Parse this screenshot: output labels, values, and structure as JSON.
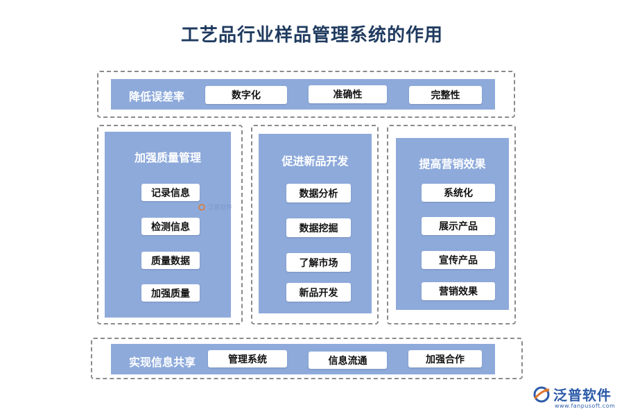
{
  "title": "工艺品行业样品管理系统的作用",
  "top_band": {
    "label": "降低误差率",
    "items": [
      "数字化",
      "准确性",
      "完整性"
    ]
  },
  "columns": [
    {
      "label": "加强质量管理",
      "items": [
        "记录信息",
        "检测信息",
        "质量数据",
        "加强质量"
      ]
    },
    {
      "label": "促进新品开发",
      "items": [
        "数据分析",
        "数据挖掘",
        "了解市场",
        "新品开发"
      ]
    },
    {
      "label": "提高营销效果",
      "items": [
        "系统化",
        "展示产品",
        "宣传产品",
        "营销效果"
      ]
    }
  ],
  "bottom_band": {
    "label": "实现信息共享",
    "items": [
      "管理系统",
      "信息流通",
      "加强合作"
    ]
  },
  "watermark": {
    "text": "泛普软件"
  },
  "logo": {
    "name": "泛普软件",
    "url": "www.fanpusoft.com"
  },
  "colors": {
    "band": "#8eaadb",
    "title": "#1f3a5f",
    "logo": "#2b5aa8",
    "logo_accent": "#e0772e"
  }
}
